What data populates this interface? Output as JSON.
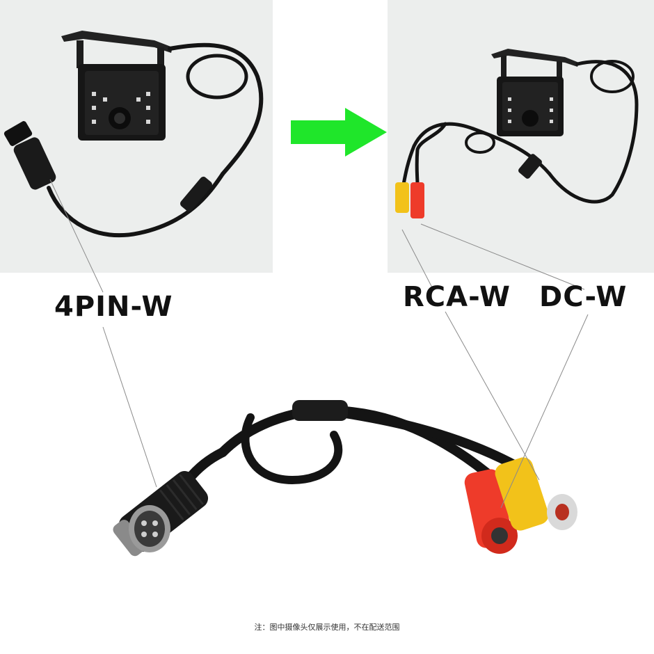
{
  "labels": {
    "four_pin": "4PIN-W",
    "rca": "RCA-W",
    "dc": "DC-W"
  },
  "footnote": "注：图中摄像头仅展示使用，不在配送范围",
  "colors": {
    "arrow": "#1fe62a",
    "rca_plug": "#f2c21a",
    "dc_plug": "#ee3b2a",
    "cable": "#141414",
    "panel_bg": "#eceeed"
  },
  "icons": {
    "arrow": "right-arrow-icon"
  }
}
